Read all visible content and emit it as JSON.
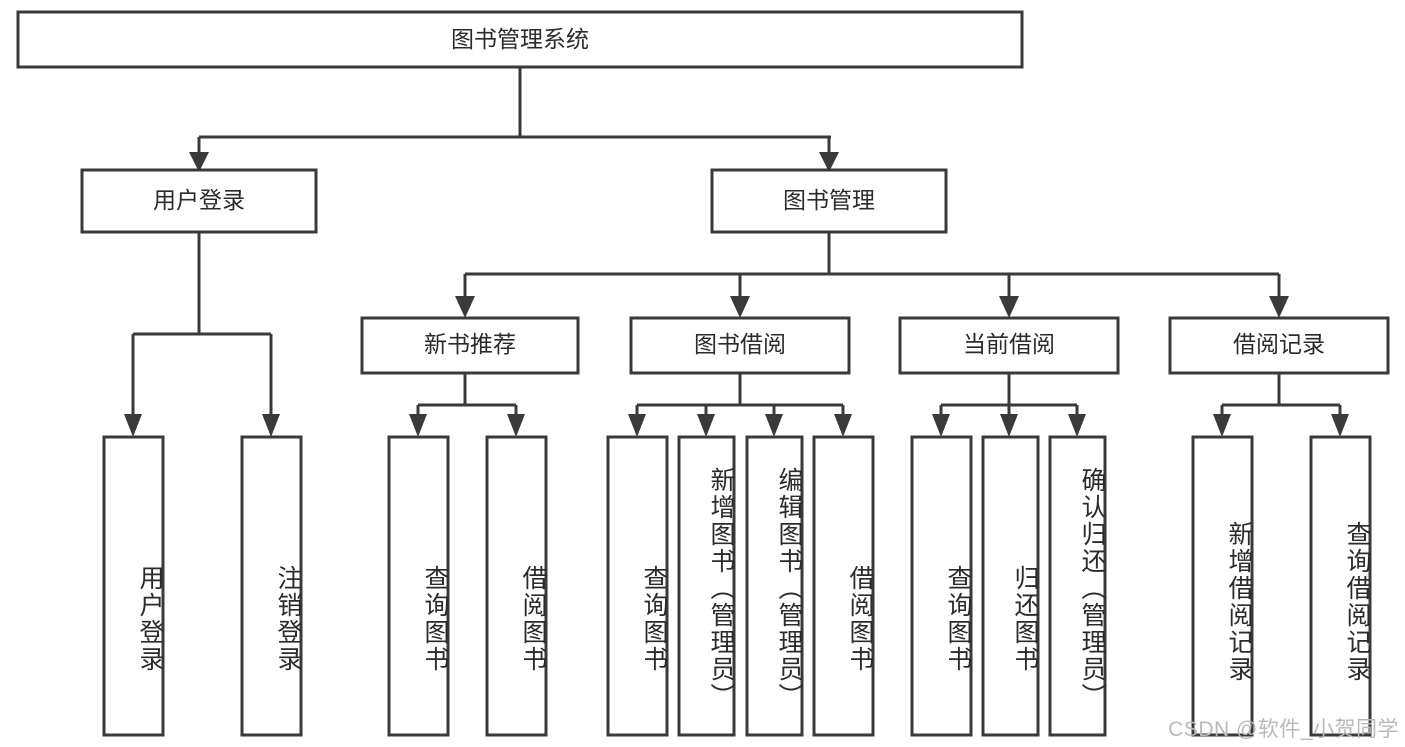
{
  "diagram": {
    "type": "tree",
    "title": "图书管理系统",
    "orientation": "top-down",
    "colors": {
      "box_stroke": "#3a3a3a",
      "box_fill": "#ffffff",
      "text": "#2b2b2b",
      "background": "#ffffff",
      "watermark": "#b9b9b9"
    },
    "root": {
      "label": "图书管理系统"
    },
    "level2": [
      {
        "label": "用户登录"
      },
      {
        "label": "图书管理"
      }
    ],
    "level3": [
      {
        "label": "新书推荐"
      },
      {
        "label": "图书借阅"
      },
      {
        "label": "当前借阅"
      },
      {
        "label": "借阅记录"
      }
    ],
    "leaves": {
      "user_login": [
        {
          "label": "用户登录"
        },
        {
          "label": "注销登录"
        }
      ],
      "new_book_recommend": [
        {
          "label": "查询图书"
        },
        {
          "label": "借阅图书"
        }
      ],
      "book_borrow": [
        {
          "label": "查询图书"
        },
        {
          "label": "新增图书（管理员）"
        },
        {
          "label": "编辑图书（管理员）"
        },
        {
          "label": "借阅图书"
        }
      ],
      "current_borrow": [
        {
          "label": "查询图书"
        },
        {
          "label": "归还图书"
        },
        {
          "label": "确认归还（管理员）"
        }
      ],
      "borrow_record": [
        {
          "label": "新增借阅记录"
        },
        {
          "label": "查询借阅记录"
        }
      ]
    }
  },
  "watermark": {
    "text": "CSDN @软件_小贺同学"
  }
}
